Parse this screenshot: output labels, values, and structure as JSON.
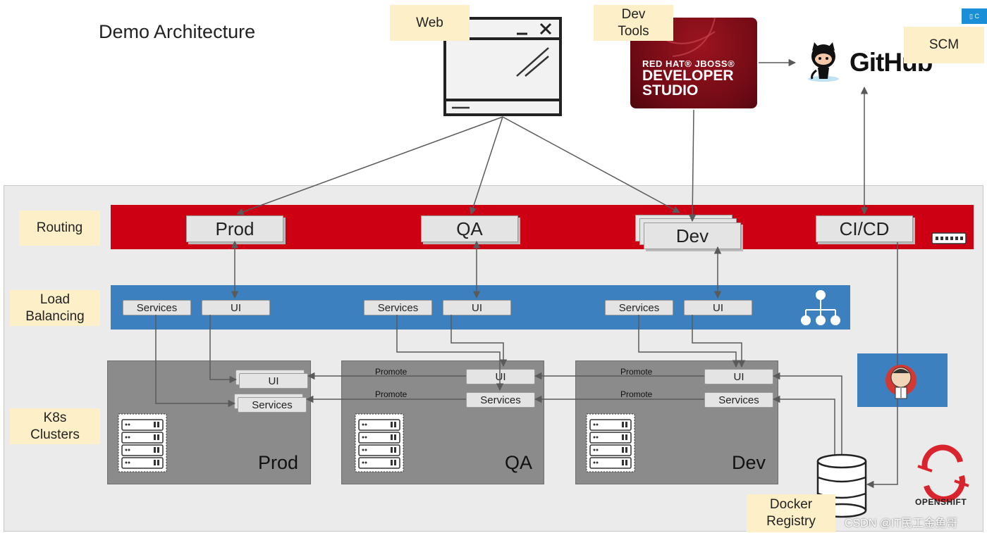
{
  "title": "Demo Architecture",
  "notes": {
    "web": "Web",
    "dev_tools": [
      "Dev",
      "Tools"
    ],
    "scm": "SCM",
    "routing": "Routing",
    "load_balancing": [
      "Load",
      "Balancing"
    ],
    "k8s_clusters": [
      "K8s",
      "Clusters"
    ],
    "docker_registry": [
      "Docker",
      "Registry"
    ]
  },
  "routes": {
    "prod": "Prod",
    "qa": "QA",
    "dev": "Dev",
    "cicd": "CI/CD"
  },
  "lb": {
    "services": "Services",
    "ui": "UI"
  },
  "clusters": {
    "prod": "Prod",
    "qa": "QA",
    "dev": "Dev",
    "ui": "UI",
    "services": "Services",
    "promote": "Promote"
  },
  "logos": {
    "studio_top": "RED HAT® JBOSS®",
    "studio_line1": "DEVELOPER",
    "studio_line2": "STUDIO",
    "github": "GitHub",
    "openshift": "OPENSHIFT"
  },
  "watermark": "CSDN @IT民工金鱼哥",
  "colors": {
    "routing": "#cc0012",
    "load_balancing": "#3d80c0",
    "cluster": "#8b8b8b",
    "note": "#fdf0c8",
    "openshift": "#d9232d"
  }
}
